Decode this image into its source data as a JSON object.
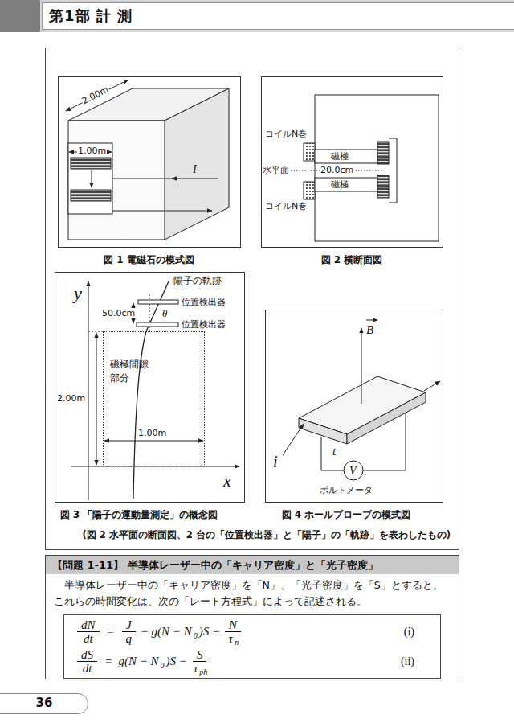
{
  "diagram": {
    "nodes": [
      {
        "text": [
          "第1部 計 測"
        ]
      },
      {
        "text": [
          "(図 2 水平面の断面図、2 台の「位置検出器」と「陽子」の「軌跡」を表わしたもの)"
        ]
      },
      {
        "text": [
          "図 1 電磁石の模式図"
        ],
        "in": 1
      },
      {
        "text": [
          "図 2 横断面図"
        ],
        "in": 1
      },
      {
        "text": [
          "図 3 「陽子の運動量測定」の概念図"
        ],
        "in": 1
      },
      {
        "text": [
          "磁極間隙 部分"
        ],
        "in": 4
      },
      {
        "text": [
          "図 4 ホールプローブの模式図"
        ],
        "in": 1
      },
      {
        "text": [
          "【問題 1-11】 半導体レーザー中の「キャリア密度」と「光子密度」",
          "半導体レーザー中の「キャリア密度」を「N」、「光子密度」を「S」とすると、これらの時間変化は、次の「レート方程式」によって記述される。"
        ]
      },
      {
        "text": [
          "(i)",
          "(ii)"
        ],
        "in": 7
      },
      {
        "text": [
          "36"
        ]
      }
    ],
    "labels": [
      "2.00m",
      "1.00m",
      "I",
      "コイルN巻",
      "磁極",
      "水平面",
      "20.0cm",
      "磁極",
      "コイルN巻",
      "y",
      "陽子の軌跡",
      "50.0cm",
      "θ",
      "位置検出器",
      "位置検出器",
      "2.00m",
      "1.00m",
      "x",
      "B",
      "t",
      "i",
      "V",
      "ボルトメータ",
      "dN",
      "dt",
      "=",
      "J",
      "q",
      "− g(N − N",
      "0",
      ")S −",
      "N",
      "τ",
      "n",
      "dS",
      "dt",
      "=",
      "g(N − N",
      "0",
      ")S −",
      "S",
      "τ",
      "ph"
    ]
  }
}
